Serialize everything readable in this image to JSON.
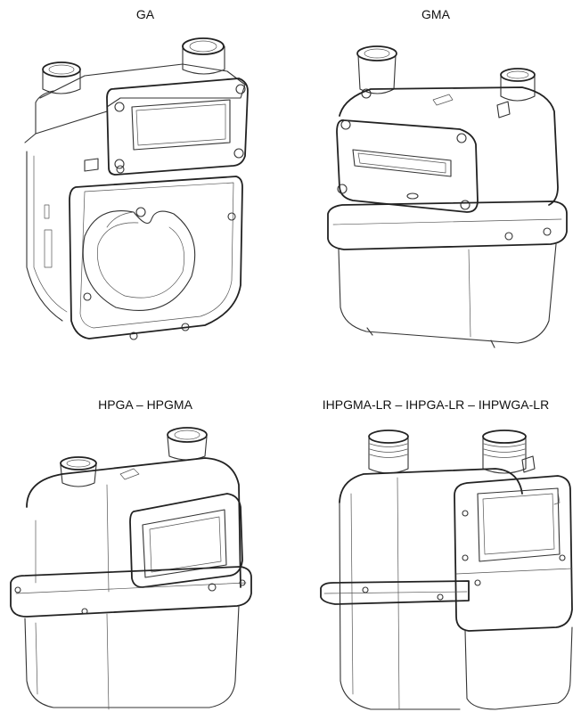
{
  "labels": {
    "top_left": "GA",
    "top_right": "GMA",
    "bottom_left": "HPGA – HPGMA",
    "bottom_right": "IHPGMA-LR – IHPGA-LR – IHPWGA-LR"
  }
}
